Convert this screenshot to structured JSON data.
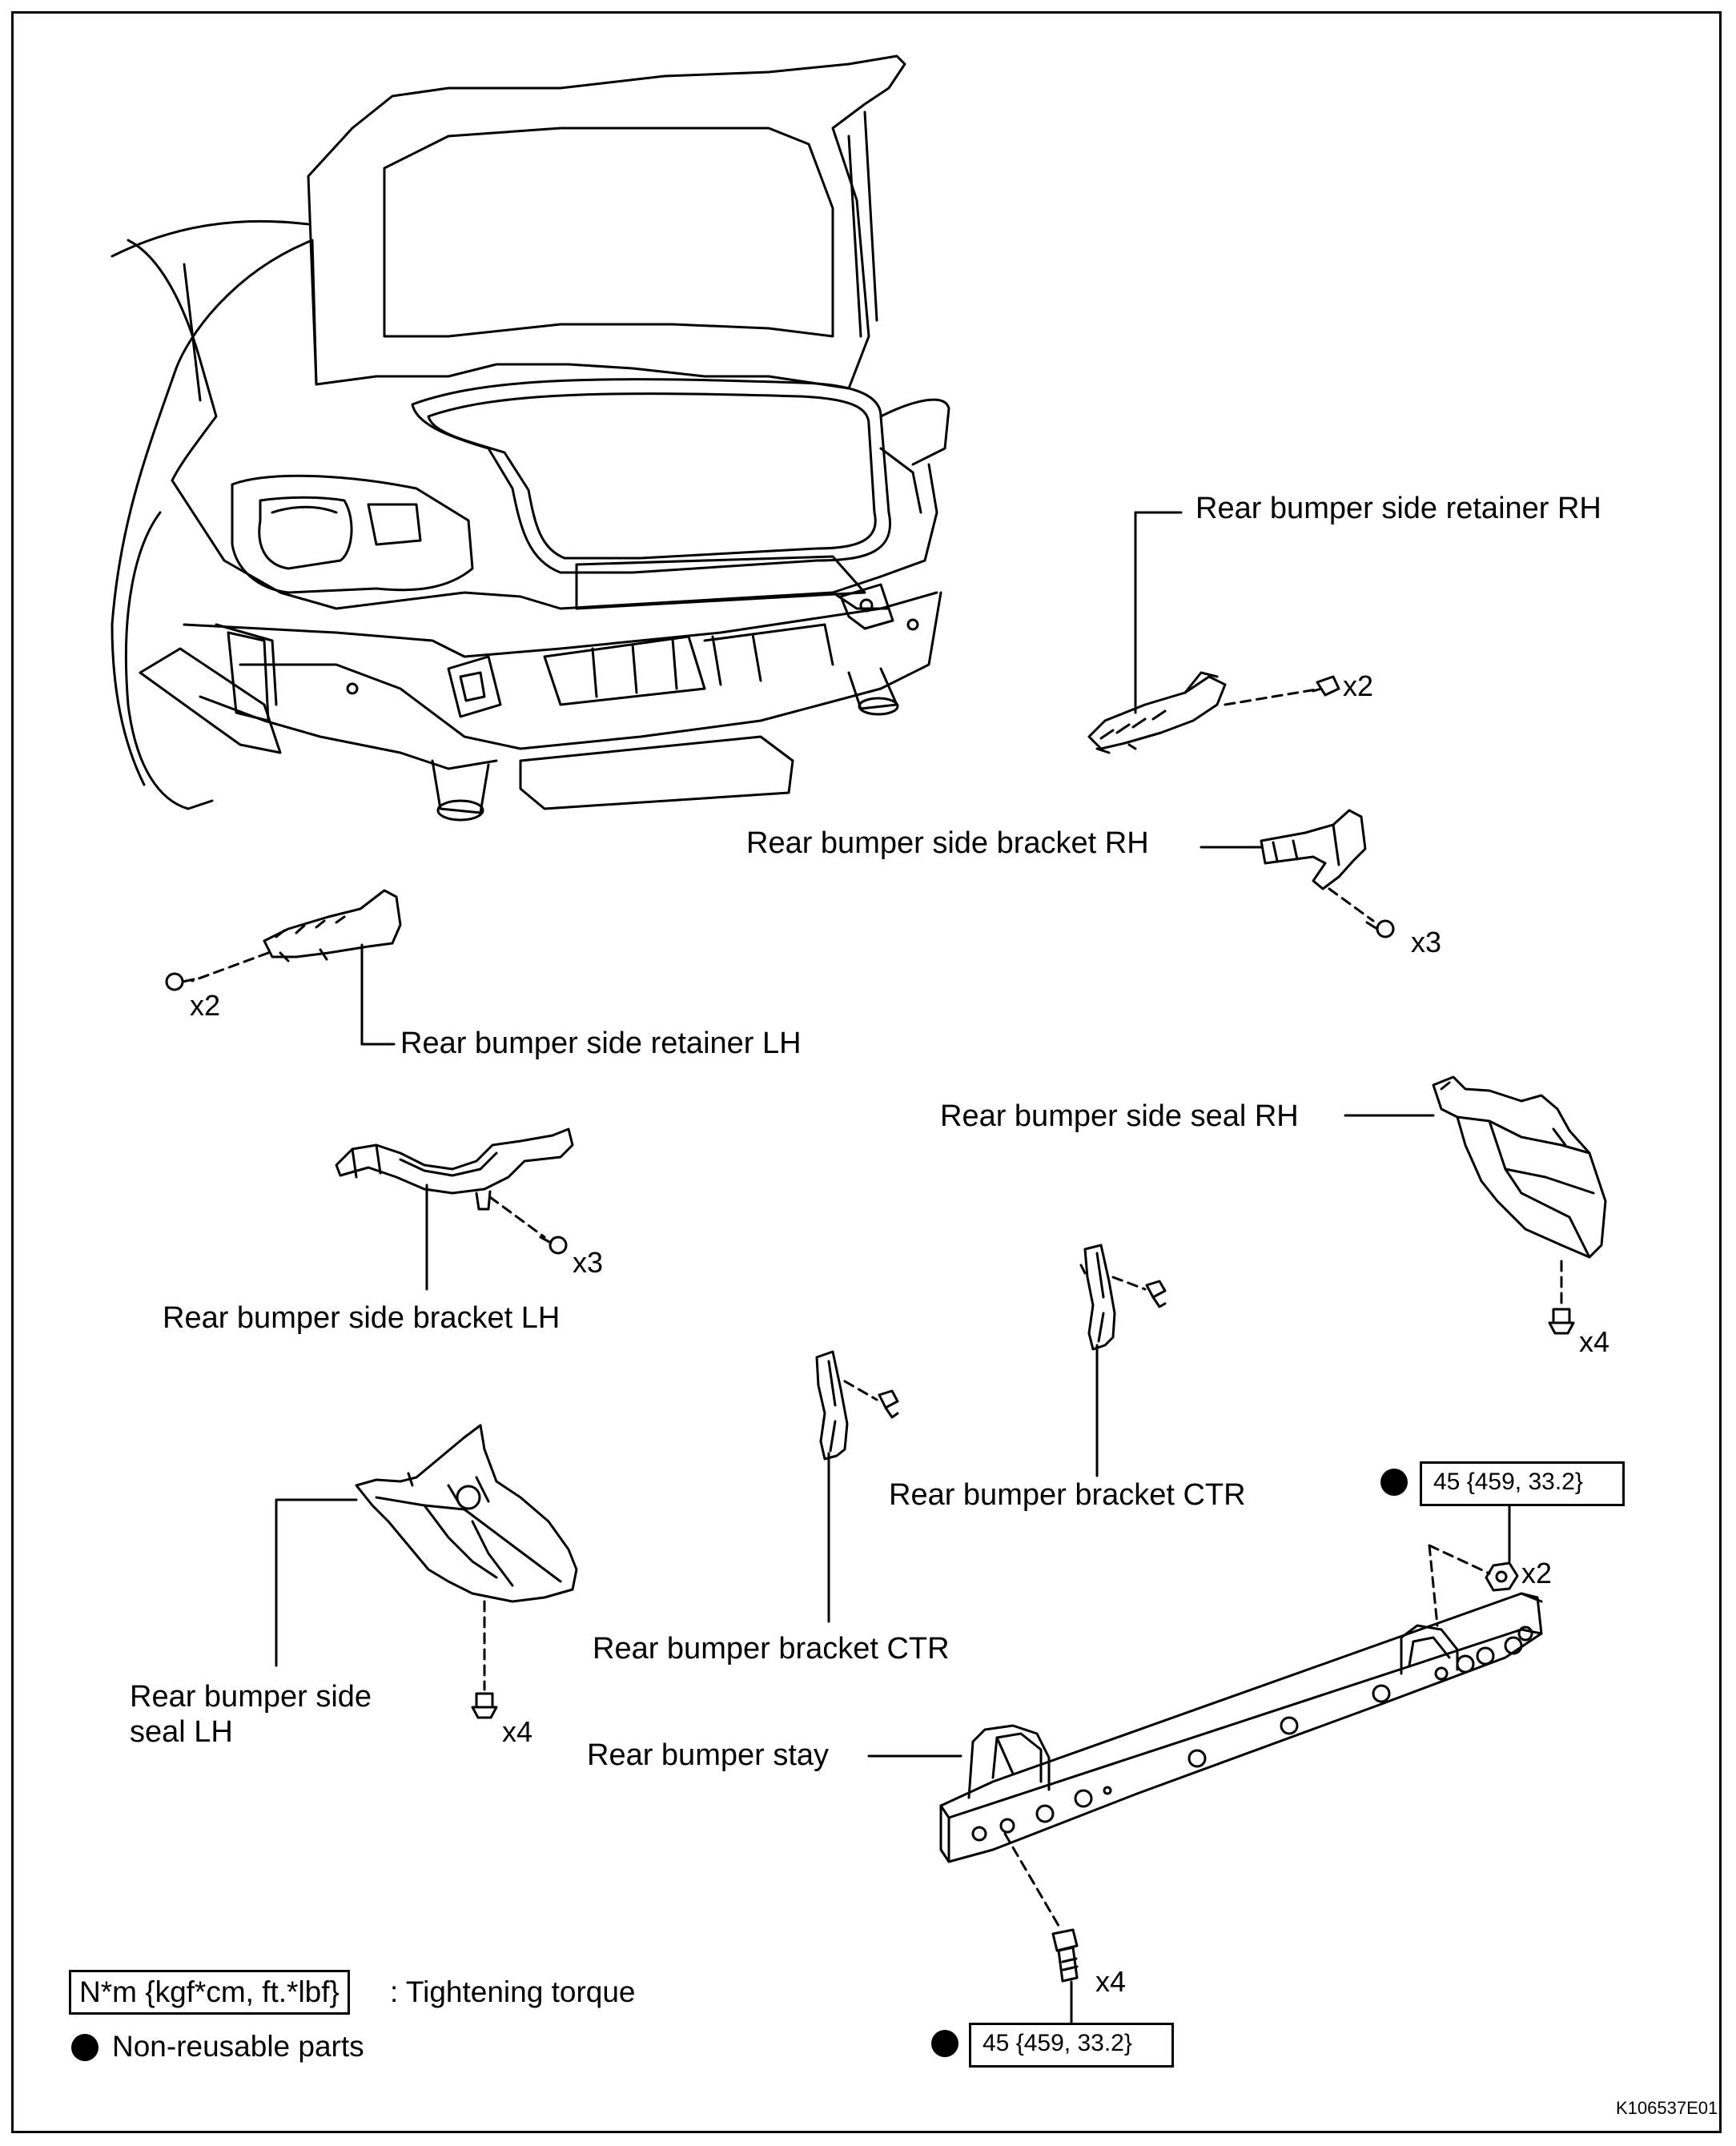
{
  "labels": {
    "retainer_rh": "Rear bumper side retainer RH",
    "bracket_rh": "Rear bumper side bracket RH",
    "retainer_lh": "Rear bumper side retainer LH",
    "seal_rh": "Rear bumper side seal RH",
    "bracket_lh": "Rear bumper side bracket LH",
    "bracket_ctr_upper": "Rear bumper bracket CTR",
    "bracket_ctr_lower": "Rear bumper bracket CTR",
    "seal_lh_line1": "Rear bumper side",
    "seal_lh_line2": "seal LH",
    "stay": "Rear bumper stay"
  },
  "quantities": {
    "retainer_rh": "x2",
    "bracket_rh": "x3",
    "retainer_lh": "x2",
    "bracket_lh": "x3",
    "seal_rh": "x4",
    "seal_lh": "x4",
    "stay_nuts": "x2",
    "stay_bolts": "x4"
  },
  "torque": {
    "upper": "45 {459, 33.2}",
    "lower": "45 {459, 33.2}"
  },
  "legend": {
    "torque_unit": "N*m  {kgf*cm, ft.*lbf}",
    "torque_desc": ": Tightening  torque",
    "non_reusable": "Non-reusable parts"
  },
  "figure_ref": "K106537E01"
}
